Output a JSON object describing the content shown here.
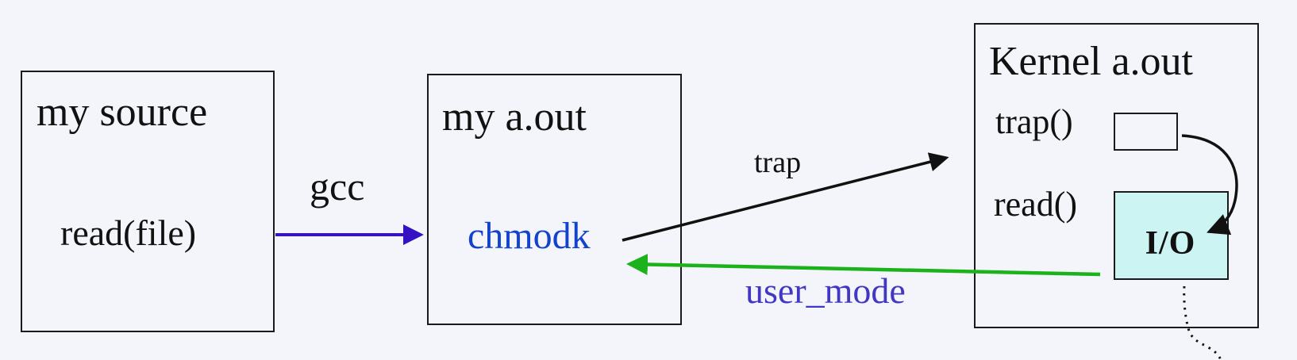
{
  "diagram": {
    "background_color": "#f4f5fa",
    "box_border_color": "#1a1a1a",
    "boxes": {
      "my_source": {
        "title": "my source",
        "call": "read(file)"
      },
      "my_aout": {
        "title": "my a.out",
        "symbol": "chmodk",
        "symbol_color": "#1243cd"
      },
      "kernel": {
        "title": "Kernel a.out",
        "trap_fn": "trap()",
        "read_fn": "read()",
        "io_label": "I/O",
        "io_fill_color": "#ccf4f3"
      }
    },
    "arrows": {
      "gcc": {
        "label": "gcc",
        "color": "#3513c4",
        "label_color": "#111111"
      },
      "trap": {
        "label": "trap",
        "color": "#111111",
        "label_color": "#111111"
      },
      "user_mode": {
        "label": "user_mode",
        "color": "#1cb21c",
        "label_color": "#4038c4"
      }
    }
  }
}
